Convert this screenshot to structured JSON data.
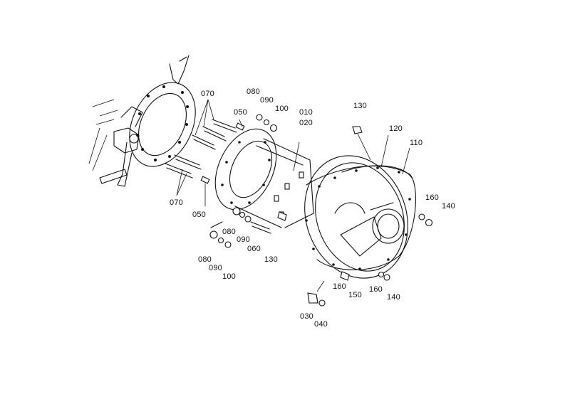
{
  "labels": {
    "070a": "070",
    "080a": "080",
    "090a": "090",
    "100a": "100",
    "050a": "050",
    "010": "010",
    "020": "020",
    "130a": "130",
    "120": "120",
    "110": "110",
    "160a": "160",
    "140a": "140",
    "070b": "070",
    "050b": "050",
    "080b": "080",
    "090b": "090",
    "060": "060",
    "130b": "130",
    "080c": "080",
    "090c": "090",
    "100b": "100",
    "160b": "160",
    "150": "150",
    "160c": "160",
    "140b": "140",
    "030": "030",
    "040": "040"
  }
}
